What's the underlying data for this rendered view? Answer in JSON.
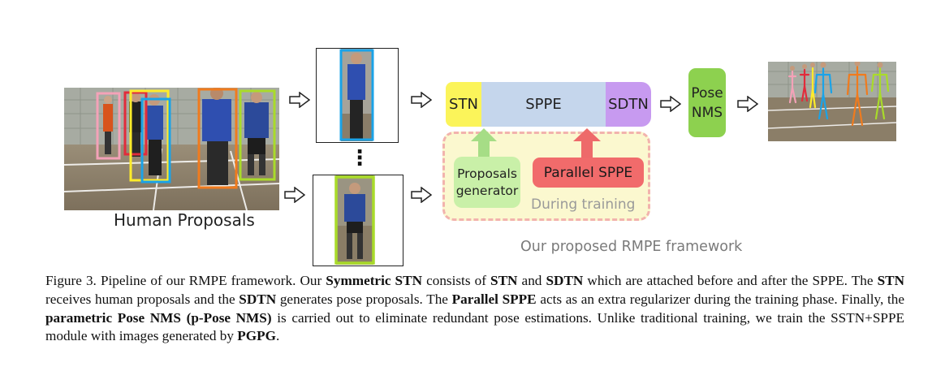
{
  "diagram": {
    "human_proposals_label": "Human Proposals",
    "stn_label": "STN",
    "sppe_label": "SPPE",
    "sdtn_label": "SDTN",
    "pose_nms_label_line1": "Pose",
    "pose_nms_label_line2": "NMS",
    "proposals_generator_line1": "Proposals",
    "proposals_generator_line2": "generator",
    "parallel_sppe_label": "Parallel SPPE",
    "during_training_label": "During training",
    "framework_label": "Our proposed RMPE framework",
    "ellipsis": "⋮"
  },
  "colors": {
    "stn": "#fbf45a",
    "sppe": "#c5d6ec",
    "sdtn": "#c79af0",
    "pose_nms": "#8dd14f",
    "proposals_generator": "#c9f0a8",
    "parallel_sppe": "#f16b6b",
    "training_bg": "#fbf8cf",
    "training_border": "#f2b3ad",
    "arrow_green": "#a6dd86",
    "arrow_red": "#ee6a6a"
  },
  "caption": {
    "figure_no": "Figure 3.",
    "s1": " Pipeline of our RMPE framework.  Our ",
    "b1": "Symmetric STN",
    "s2": " consists of ",
    "b2": "STN",
    "s3": " and ",
    "b3": "SDTN",
    "s4": " which are attached before and after the SPPE. The ",
    "b4": "STN",
    "s5": " receives human proposals and the ",
    "b5": "SDTN",
    "s6": " generates pose proposals. The ",
    "b6": "Parallel SPPE",
    "s7": " acts as an extra regularizer during the training phase.  Finally, the ",
    "b7": "parametric Pose NMS (p-Pose NMS)",
    "s8": " is carried out to eliminate redundant pose estimations.  Unlike traditional training, we train the SSTN+SPPE module with images generated by ",
    "b8": "PGPG",
    "s9": "."
  }
}
